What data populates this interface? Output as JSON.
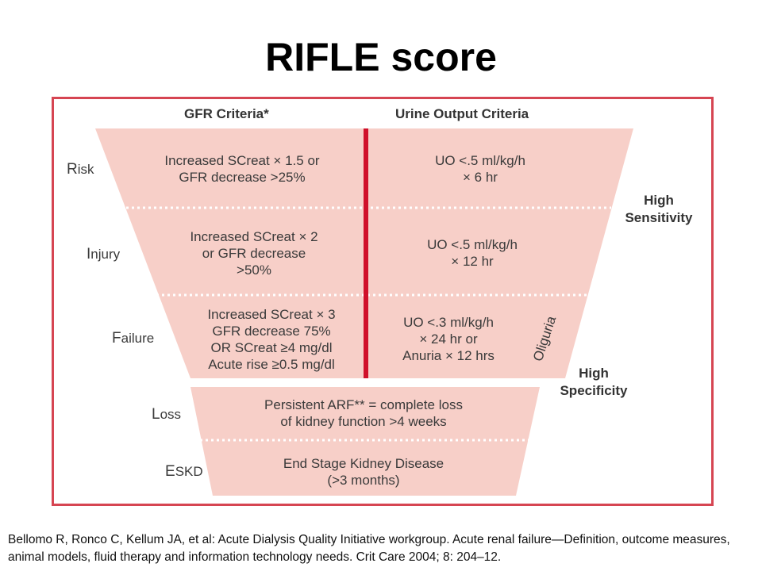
{
  "title": "RIFLE score",
  "columns": {
    "gfr": "GFR Criteria*",
    "urine": "Urine Output Criteria"
  },
  "stages": [
    {
      "initial": "R",
      "rest": "isk",
      "gfr": [
        "Increased SCreat × 1.5 or",
        "GFR decrease >25%"
      ],
      "uo": [
        "UO <.5 ml/kg/h",
        "× 6 hr"
      ]
    },
    {
      "initial": "I",
      "rest": "njury",
      "gfr": [
        "Increased SCreat × 2",
        "or GFR decrease",
        ">50%"
      ],
      "uo": [
        "UO <.5 ml/kg/h",
        "× 12 hr"
      ]
    },
    {
      "initial": "F",
      "rest": "ailure",
      "gfr": [
        "Increased SCreat × 3",
        "GFR decrease 75%",
        "OR SCreat ≥4 mg/dl",
        "Acute rise ≥0.5 mg/dl"
      ],
      "uo": [
        "UO <.3 ml/kg/h",
        "× 24 hr or",
        "Anuria × 12 hrs"
      ]
    },
    {
      "initial": "L",
      "rest": "oss",
      "combined": [
        "Persistent ARF** = complete loss",
        "of kidney function >4 weeks"
      ]
    },
    {
      "initial": "E",
      "rest": "SKD",
      "combined": [
        "End Stage Kidney Disease",
        "(>3 months)"
      ]
    }
  ],
  "oliguria_label": "Oliguria",
  "side_notes": {
    "sensitivity": [
      "High",
      "Sensitivity"
    ],
    "specificity": [
      "High",
      "Specificity"
    ]
  },
  "citation": "Bellomo R, Ronco C, Kellum JA, et al: Acute Dialysis Quality Initiative workgroup. Acute renal failure—Definition, outcome measures, animal models, fluid therapy and information technology needs.  Crit Care 2004; 8: 204–12.",
  "colors": {
    "fill": "#f7cfc8",
    "frame": "#d64552",
    "divider": "#d0102a"
  }
}
